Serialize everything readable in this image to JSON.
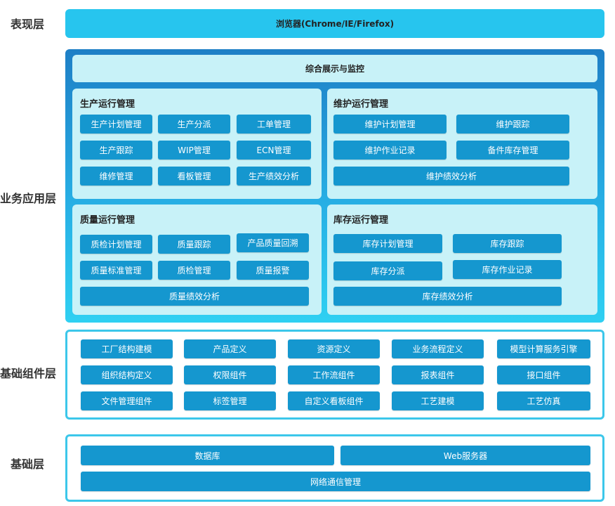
{
  "layers": {
    "presentation": "表现层",
    "business": "业务应用层",
    "components": "基础组件层",
    "foundation": "基础层"
  },
  "browser_bar": "浏览器(Chrome/IE/Firefox)",
  "monitor_bar": "综合展示与监控",
  "production": {
    "title": "生产运行管理",
    "items": [
      "生产计划管理",
      "生产分派",
      "工单管理",
      "生产跟踪",
      "WIP管理",
      "ECN管理",
      "维修管理",
      "看板管理",
      "生产绩效分析"
    ]
  },
  "maintenance": {
    "title": "维护运行管理",
    "items": [
      "维护计划管理",
      "维护跟踪",
      "维护作业记录",
      "备件库存管理",
      "维护绩效分析"
    ]
  },
  "quality": {
    "title": "质量运行管理",
    "items": [
      "质检计划管理",
      "质量跟踪",
      "产品质量回溯",
      "质量标准管理",
      "质检管理",
      "质量报警",
      "质量绩效分析"
    ]
  },
  "inventory": {
    "title": "库存运行管理",
    "items": [
      "库存计划管理",
      "库存跟踪",
      "库存分派",
      "库存作业记录",
      "库存绩效分析"
    ]
  },
  "components": {
    "items": [
      "工厂结构建模",
      "产品定义",
      "资源定义",
      "业务流程定义",
      "模型计算服务引擎",
      "组织结构定义",
      "权限组件",
      "工作流组件",
      "报表组件",
      "接口组件",
      "文件管理组件",
      "标签管理",
      "自定义看板组件",
      "工艺建模",
      "工艺仿真"
    ]
  },
  "foundation": {
    "items": [
      "数据库",
      "Web服务器",
      "网络通信管理"
    ]
  },
  "colors": {
    "cyan": "#27c5ee",
    "button_blue": "#1597cf",
    "panel_bg": "#c8f2f8",
    "outline": "#3cc7ea"
  }
}
